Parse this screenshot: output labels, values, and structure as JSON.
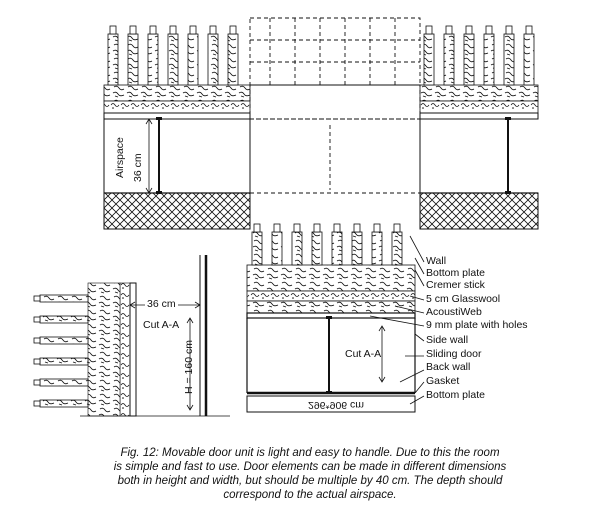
{
  "labels": {
    "airspace": "Airspace",
    "depth_36cm_top": "36 cm",
    "depth_36cm_left": "36 cm",
    "cut_aa_left": "Cut A-A",
    "height": "H = 160 cm",
    "cut_aa_center": "Cut A-A",
    "width_dim": "296*906 cm"
  },
  "legend": [
    "Wall",
    "Bottom plate",
    "Cremer stick",
    "5 cm Glasswool",
    "AcoustiWeb",
    "9 mm plate with holes",
    "Side wall",
    "Sliding door",
    "Back wall",
    "Gasket",
    "Bottom plate"
  ],
  "caption": [
    "Fig. 12: Movable door unit is light and easy to handle. Due to this the room",
    "is simple and fast  to use. Door elements can be made in different dimensions",
    "both in height and width, but should be multiple by 40 cm. The depth should",
    "correspond to the actual airspace."
  ]
}
